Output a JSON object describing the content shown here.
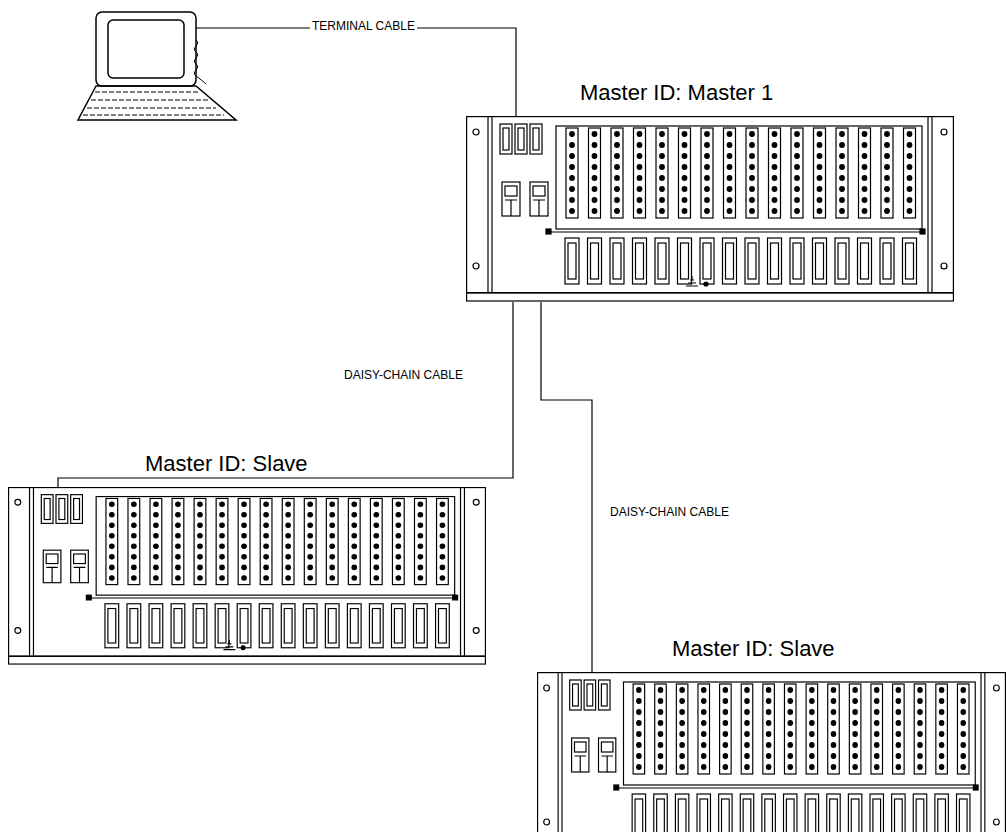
{
  "diagram": {
    "nodes": [
      {
        "text": [
          "Master ID: Master 1"
        ]
      },
      {
        "text": [
          "Master ID: Slave"
        ]
      },
      {
        "text": [
          "Master ID: Slave"
        ]
      }
    ],
    "edges": [
      {
        "from": 0,
        "to": 1,
        "arrow": "none",
        "label": "DAISY-CHAIN CABLE"
      },
      {
        "from": 0,
        "to": 2,
        "arrow": "none",
        "label": "DAISY-CHAIN CABLE"
      }
    ],
    "labels": [
      "TERMINAL CABLE"
    ]
  }
}
